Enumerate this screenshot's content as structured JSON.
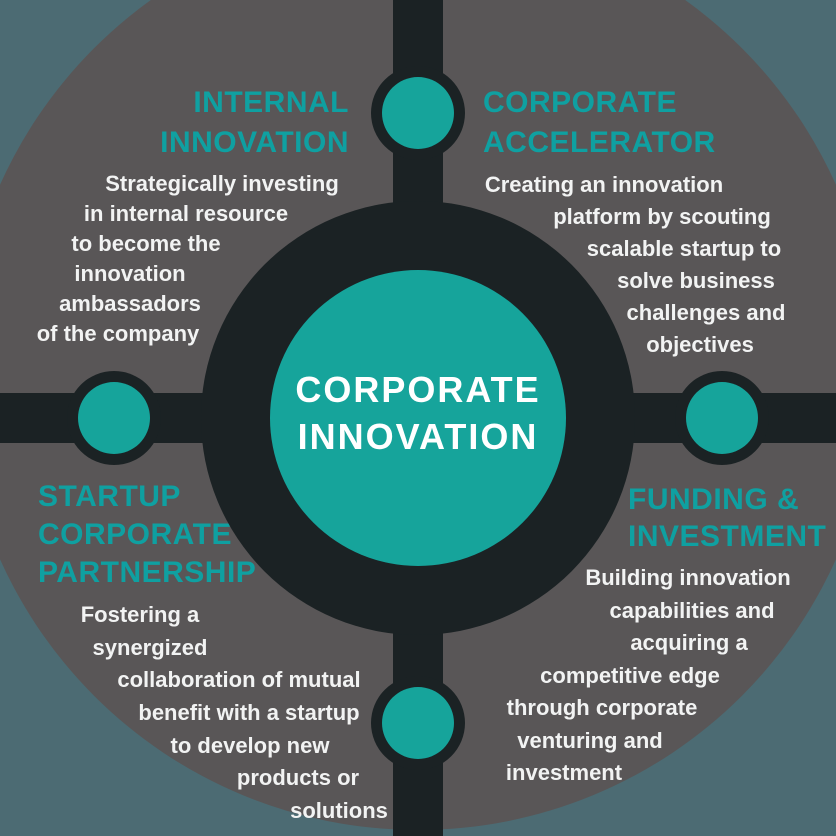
{
  "center": {
    "lines": [
      "CORPORATE",
      "INNOVATION"
    ]
  },
  "quadrants": {
    "top_left": {
      "heading_lines": [
        "INTERNAL",
        "INNOVATION"
      ],
      "body_lines": [
        "Strategically investing",
        "in internal resource",
        "to become the",
        "innovation",
        "ambassadors",
        "of the company"
      ]
    },
    "top_right": {
      "heading_lines": [
        "CORPORATE",
        "ACCELERATOR"
      ],
      "body_lines": [
        "Creating an innovation",
        "platform by scouting",
        "scalable startup to",
        "solve business",
        "challenges and",
        "objectives"
      ]
    },
    "bottom_left": {
      "heading_lines": [
        "STARTUP",
        "CORPORATE",
        "PARTNERSHIP"
      ],
      "body_lines": [
        "Fostering a",
        "synergized",
        "collaboration of mutual",
        "benefit with a startup",
        "to develop new",
        "products or",
        "solutions"
      ]
    },
    "bottom_right": {
      "heading_lines": [
        "FUNDING &",
        "INVESTMENT"
      ],
      "body_lines": [
        "Building innovation",
        "capabilities and",
        "acquiring a",
        "competitive edge",
        "through corporate",
        "venturing and",
        "investment"
      ]
    }
  },
  "colors": {
    "background_slate": "#4C6B73",
    "circle_gray": "#595657",
    "dark_ring": "#1B2224",
    "teal_shape": "#16A49B",
    "teal_heading": "#0FA0A1",
    "body_text": "#F2F3F3",
    "center_text": "#FFFFFF"
  }
}
